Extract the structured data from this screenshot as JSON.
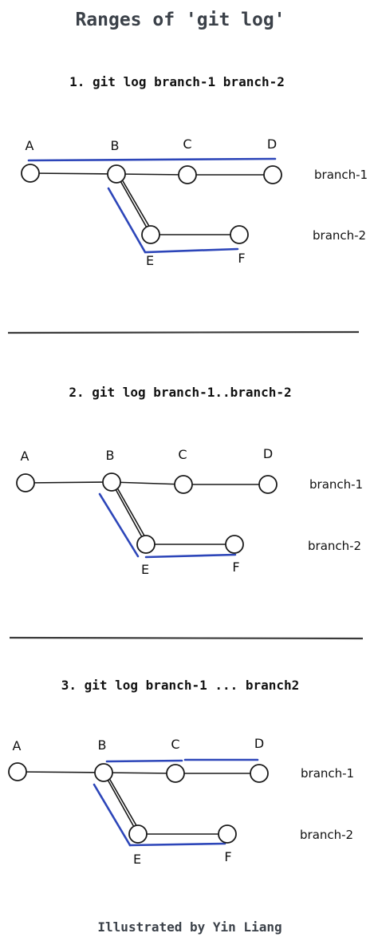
{
  "title": "Ranges of 'git log'",
  "footer": "Illustrated by Yin Liang",
  "colors": {
    "highlight": "#2d46b9",
    "title": "#3b4149",
    "stroke": "#1a1a1a"
  },
  "sections": [
    {
      "heading": "1. git log branch-1 branch-2",
      "nodes": [
        "A",
        "B",
        "C",
        "D",
        "E",
        "F"
      ],
      "branch_labels": [
        "branch-1",
        "branch-2"
      ]
    },
    {
      "heading": "2. git log branch-1..branch-2",
      "nodes": [
        "A",
        "B",
        "C",
        "D",
        "E",
        "F"
      ],
      "branch_labels": [
        "branch-1",
        "branch-2"
      ]
    },
    {
      "heading": "3. git log branch-1 ... branch2",
      "nodes": [
        "A",
        "B",
        "C",
        "D",
        "E",
        "F"
      ],
      "branch_labels": [
        "branch-1",
        "branch-2"
      ]
    }
  ]
}
